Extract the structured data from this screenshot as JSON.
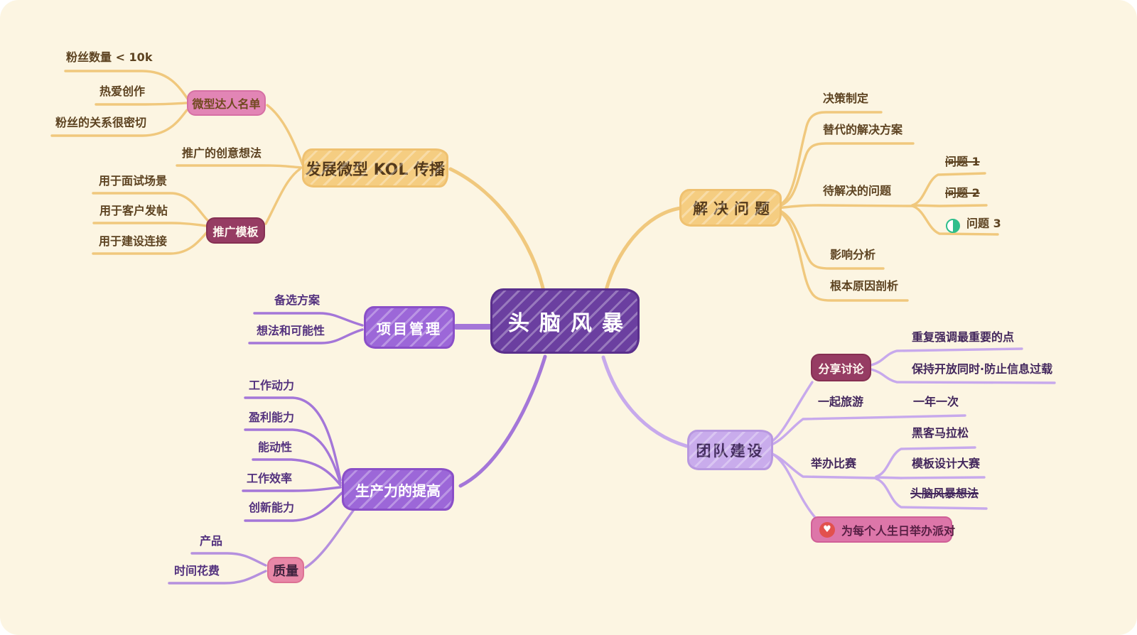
{
  "palette": {
    "background": "#FCF5E2",
    "yellow_branch": "#F0C87D",
    "yellow_node_fill": "#F5CD81",
    "yellow_text": "#5D4321",
    "root_purple": "#6B3FA0",
    "mid_purple": "#9C67D8",
    "purple_branch": "#A476D8",
    "lavender_fill": "#C9ACEC",
    "lavender_branch": "#C7A9EC",
    "dark_purple_text": "#42265C",
    "pink_fill": "#E285B5",
    "deep_pink_fill": "#DD76A9",
    "magenta_fill": "#963C63",
    "quality_pink": "#E887A7",
    "progress_green": "#2EBE8C",
    "heart_red": "#E2514E"
  },
  "icons": {
    "heart": "♥",
    "progress_half": "half-filled-circle"
  },
  "root": {
    "label": "头脑风暴"
  },
  "kol": {
    "label": "发展微型 KOL 传播",
    "promo_idea": "推广的创意想法",
    "micro_list": {
      "label": "微型达人名单",
      "fans_count": "粉丝数量 < 10k",
      "love_create": "热爱创作",
      "fans_relation": "粉丝的关系很密切"
    },
    "template": {
      "label": "推广模板",
      "interview": "用于面试场景",
      "client_post": "用于客户发帖",
      "connection": "用于建设连接"
    }
  },
  "problem": {
    "label": "解决问题",
    "decision": "决策制定",
    "alternative": "替代的解决方案",
    "to_solve": "待解决的问题",
    "q1": "问题 1",
    "q2": "问题 2",
    "q3": "问题 3",
    "impact": "影响分析",
    "root_cause": "根本原因剖析"
  },
  "project": {
    "label": "项目管理",
    "alt_plan": "备选方案",
    "ideas": "想法和可能性"
  },
  "productivity": {
    "label": "生产力的提高",
    "motivation": "工作动力",
    "profit": "盈利能力",
    "initiative": "能动性",
    "efficiency": "工作效率",
    "innovation": "创新能力",
    "quality": {
      "label": "质量",
      "product": "产品",
      "time_cost": "时间花费"
    }
  },
  "team": {
    "label": "团队建设",
    "share": {
      "label": "分享讨论",
      "repeat": "重复强调最重要的点",
      "keep_open": "保持开放同时·防止信息过载"
    },
    "travel": "一起旅游",
    "once_year": "一年一次",
    "contest": {
      "label": "举办比赛",
      "hackathon": "黑客马拉松",
      "template_match": "模板设计大赛",
      "brainstorm_idea": "头脑风暴想法"
    },
    "party": "为每个人生日举办派对"
  }
}
